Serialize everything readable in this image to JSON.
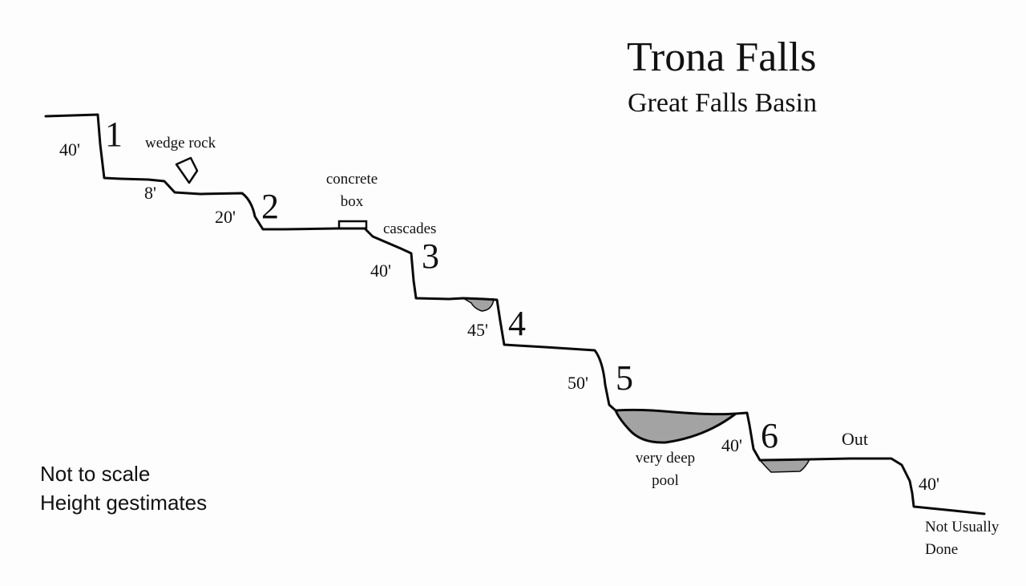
{
  "title": "Trona Falls",
  "subtitle": "Great Falls Basin",
  "falls": [
    {
      "number": "1",
      "height": "40'"
    },
    {
      "number": "",
      "height": "8'"
    },
    {
      "number": "2",
      "height": "20'"
    },
    {
      "number": "3",
      "height": "40'"
    },
    {
      "number": "4",
      "height": "45'"
    },
    {
      "number": "5",
      "height": "50'"
    },
    {
      "number": "6",
      "height": "40'"
    },
    {
      "number": "",
      "height": "40'"
    }
  ],
  "labels": {
    "wedge_rock": "wedge rock",
    "concrete_box_line1": "concrete",
    "concrete_box_line2": "box",
    "cascades": "cascades",
    "pool_line1": "very deep",
    "pool_line2": "pool",
    "out": "Out",
    "last_line1": "Not Usually",
    "last_line2": "Done"
  },
  "notes": {
    "line1": "Not to scale",
    "line2": "Height gestimates"
  },
  "colors": {
    "line": "#0a0a0a",
    "pool_fill": "#a3a3a3",
    "background": "#fdfdfd"
  }
}
